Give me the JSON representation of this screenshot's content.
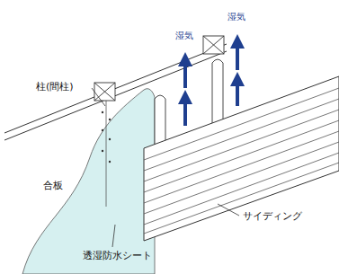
{
  "diagram": {
    "labels": [
      "湿気",
      "湿気",
      "柱(間柱)",
      "合板",
      "サイディング",
      "透湿防水シート"
    ]
  }
}
